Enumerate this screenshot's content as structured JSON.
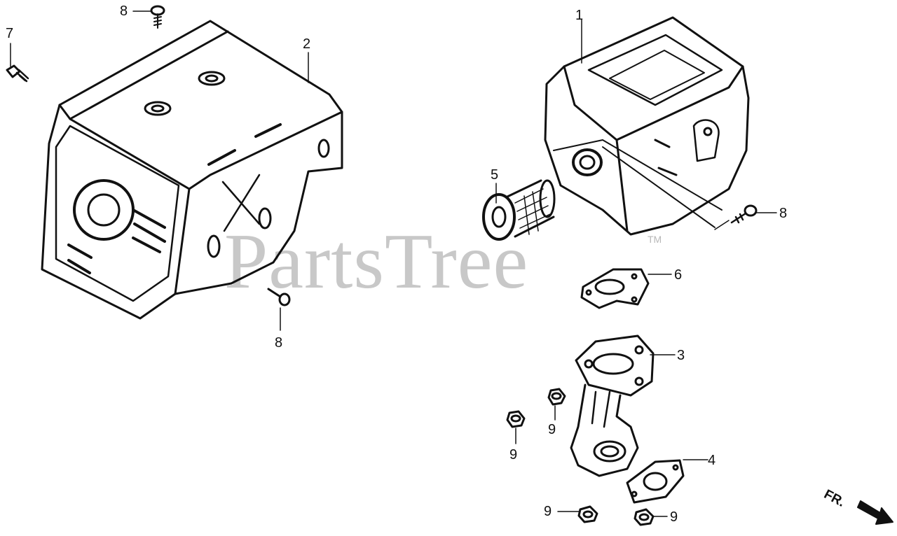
{
  "watermark": {
    "text": "PartsTree",
    "trademark": "TM"
  },
  "direction": {
    "text": "FR."
  },
  "callouts": {
    "c1": "1",
    "c2": "2",
    "c3": "3",
    "c4": "4",
    "c5": "5",
    "c6": "6",
    "c7": "7",
    "c8a": "8",
    "c8b": "8",
    "c8c": "8",
    "c9a": "9",
    "c9b": "9",
    "c9c": "9",
    "c9d": "9"
  }
}
